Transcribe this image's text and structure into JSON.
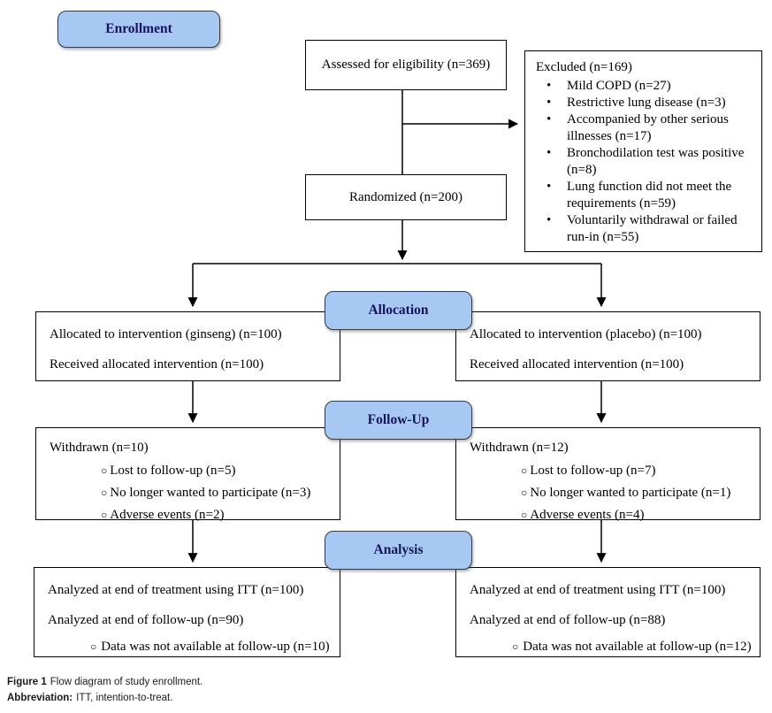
{
  "stages": {
    "enrollment": "Enrollment",
    "allocation": "Allocation",
    "followup": "Follow-Up",
    "analysis": "Analysis"
  },
  "glyphs": {
    "bullet": "•",
    "circle": "○"
  },
  "boxes": {
    "assessed": "Assessed for eligibility (n=369)",
    "randomized": "Randomized (n=200)",
    "excluded": {
      "title": "Excluded (n=169)",
      "items": [
        "Mild COPD (n=27)",
        "Restrictive lung disease (n=3)",
        "Accompanied by other serious illnesses (n=17)",
        "Bronchodilation test was positive (n=8)",
        "Lung function did not meet the requirements (n=59)",
        "Voluntarily withdrawal or failed run-in (n=55)"
      ]
    },
    "alloc_left": {
      "line1": "Allocated to intervention (ginseng) (n=100)",
      "line2": "Received allocated intervention (n=100)"
    },
    "alloc_right": {
      "line1": "Allocated to intervention (placebo) (n=100)",
      "line2": "Received allocated intervention (n=100)"
    },
    "followup_left": {
      "title": "Withdrawn (n=10)",
      "items": [
        "Lost to follow-up (n=5)",
        "No longer wanted to participate (n=3)",
        "Adverse events (n=2)"
      ]
    },
    "followup_right": {
      "title": "Withdrawn (n=12)",
      "items": [
        "Lost to follow-up (n=7)",
        "No longer wanted to participate (n=1)",
        "Adverse events (n=4)"
      ]
    },
    "analysis_left": {
      "line1": "Analyzed at end of treatment using ITT (n=100)",
      "line2": "Analyzed at end of follow-up (n=90)",
      "sub": "Data was not available at follow-up (n=10)"
    },
    "analysis_right": {
      "line1": "Analyzed at end of treatment using ITT (n=100)",
      "line2": "Analyzed at end of follow-up (n=88)",
      "sub": "Data was not available at follow-up (n=12)"
    }
  },
  "caption": {
    "figure_label": "Figure 1",
    "figure_text": "Flow diagram of study enrollment.",
    "abbrev_label": "Abbreviation:",
    "abbrev_text": "ITT, intention-to-treat."
  },
  "colors": {
    "stage_fill": "#a6c8f2",
    "stage_text": "#15155c",
    "line": "#000000"
  }
}
